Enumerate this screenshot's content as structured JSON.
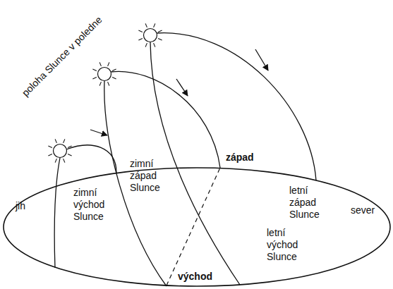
{
  "diagram": {
    "labels": [
      "poloha Slunce v poledne",
      "jih",
      "zimní východ Slunce",
      "zimní západ Slunce",
      "západ",
      "letní západ Slunce",
      "sever",
      "letní východ Slunce",
      "východ"
    ]
  }
}
